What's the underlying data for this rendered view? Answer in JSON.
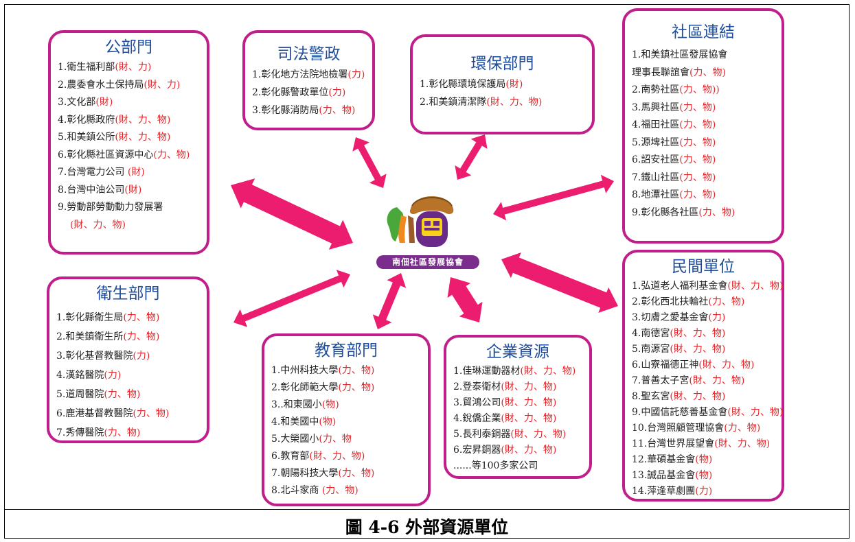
{
  "caption": "圖 4-6 外部資源單位",
  "colors": {
    "border": "#c01f8b",
    "title": "#1f4e9e",
    "resource": "#e3262b",
    "arrow": "#ec1c6e"
  },
  "center": {
    "label": "南佃社區發展協會"
  },
  "boxes": {
    "public": {
      "title": "公部門",
      "items": [
        {
          "name": "1.衛生福利部",
          "res": "(財、力)"
        },
        {
          "name": "2.農委會水土保持局",
          "res": "(財、力)"
        },
        {
          "name": "3.文化部",
          "res": "(財)"
        },
        {
          "name": "4.彰化縣政府",
          "res": "(財、力、物)"
        },
        {
          "name": "5.和美鎮公所",
          "res": "(財、力、物)"
        },
        {
          "name": "6.彰化縣社區資源中心",
          "res": "(力、物)"
        },
        {
          "name": "7.台灣電力公司 ",
          "res": "(財)"
        },
        {
          "name": "8.台灣中油公司",
          "res": "(財)"
        },
        {
          "name": "9.勞動部勞動動力發展署",
          "res": ""
        },
        {
          "name": "",
          "res": "(財、力、物)"
        }
      ]
    },
    "judicial": {
      "title": "司法警政",
      "items": [
        {
          "name": "1.彰化地方法院地檢署",
          "res": "(力)"
        },
        {
          "name": "2.彰化縣警政單位",
          "res": "(力)"
        },
        {
          "name": "3.彰化縣消防局",
          "res": "(力、物)"
        }
      ]
    },
    "environment": {
      "title": "環保部門",
      "items": [
        {
          "name": "1.彰化縣環境保護局",
          "res": "(財)"
        },
        {
          "name": "2.和美鎮清潔隊",
          "res": "(財、力、物)"
        }
      ]
    },
    "community": {
      "title": "社區連結",
      "items": [
        {
          "name": "1.和美鎮社區發展協會",
          "res": ""
        },
        {
          "name": "理事長聯誼會",
          "res": "(力、物)"
        },
        {
          "name": "2.南勢社區",
          "res": "(力、物))"
        },
        {
          "name": "3.馬興社區",
          "res": "(力、物)"
        },
        {
          "name": "4.福田社區",
          "res": "(力、物)"
        },
        {
          "name": "5.源埤社區",
          "res": "(力、物)"
        },
        {
          "name": "6.詔安社區",
          "res": "(力、物)"
        },
        {
          "name": "7.鐵山社區",
          "res": "(力、物)"
        },
        {
          "name": "8.地潭社區",
          "res": "(力、物)"
        },
        {
          "name": "9.彰化縣各社區",
          "res": "(力、物)"
        }
      ]
    },
    "health": {
      "title": "衛生部門",
      "items": [
        {
          "name": "1.彰化縣衛生局",
          "res": "(力、物)"
        },
        {
          "name": "2.和美鎮衛生所",
          "res": "(力、物)"
        },
        {
          "name": "3.彰化基督教醫院",
          "res": "(力)"
        },
        {
          "name": "4.漢銘醫院",
          "res": "(力)"
        },
        {
          "name": "5.道周醫院",
          "res": "(力、物)"
        },
        {
          "name": "6.鹿港基督教醫院",
          "res": "(力、物)"
        },
        {
          "name": "7.秀傳醫院",
          "res": "(力、物)"
        }
      ]
    },
    "education": {
      "title": "教育部門",
      "items": [
        {
          "name": "1.中州科技大學",
          "res": "(力、物)"
        },
        {
          "name": "2.彰化師範大學",
          "res": "(力、物)"
        },
        {
          "name": "3..和東國小",
          "res": "(物)"
        },
        {
          "name": "4.和美國中",
          "res": "(物)"
        },
        {
          "name": "5.大榮國小",
          "res": "(力、物"
        },
        {
          "name": "6.教育部",
          "res": "(財、力、物)"
        },
        {
          "name": "7.朝陽科技大學",
          "res": "(力、物)"
        },
        {
          "name": "8.北斗家商 ",
          "res": "(力、物)"
        }
      ]
    },
    "enterprise": {
      "title": "企業資源",
      "items": [
        {
          "name": "1.佳琳運動器材",
          "res": "(財、力、物)"
        },
        {
          "name": "2.登泰衛材",
          "res": "(財、力、物)"
        },
        {
          "name": "3.貿鴻公司",
          "res": "(財、力、物)"
        },
        {
          "name": "4.銳僑企業",
          "res": "(財、力、物)"
        },
        {
          "name": "5.長利泰銅器",
          "res": "(財、力、物)"
        },
        {
          "name": "6.宏昇銅器",
          "res": "(財、力、物)"
        },
        {
          "name": "......等100多家公司",
          "res": ""
        }
      ]
    },
    "private": {
      "title": "民間單位",
      "items": [
        {
          "name": "1.弘道老人福利基金會",
          "res": "(財、力、物)"
        },
        {
          "name": "2.彰化西北扶輪社",
          "res": "(力、物)"
        },
        {
          "name": "3.切膚之愛基金會",
          "res": "(力)"
        },
        {
          "name": "4.南德宮",
          "res": "(財、力、物)"
        },
        {
          "name": "5.南源宮",
          "res": "(財、力、物)"
        },
        {
          "name": "6.山寮福德正神",
          "res": "(財、力、物)"
        },
        {
          "name": "7.普善太子宮",
          "res": "(財、力、物)"
        },
        {
          "name": "8.聖玄宮",
          "res": "(財、力、物)"
        },
        {
          "name": "9.中國信託慈善基金會",
          "res": "(財、力、物)"
        },
        {
          "name": "10.台灣照顧管理協會",
          "res": "(力、物)"
        },
        {
          "name": "11.台灣世界展望會",
          "res": "(財、力、物)"
        },
        {
          "name": "12.華碩基金會",
          "res": "(物)"
        },
        {
          "name": "13.誠品基金會",
          "res": "(物)"
        },
        {
          "name": "14.萍逢草劇團",
          "res": "(力)"
        }
      ]
    }
  }
}
